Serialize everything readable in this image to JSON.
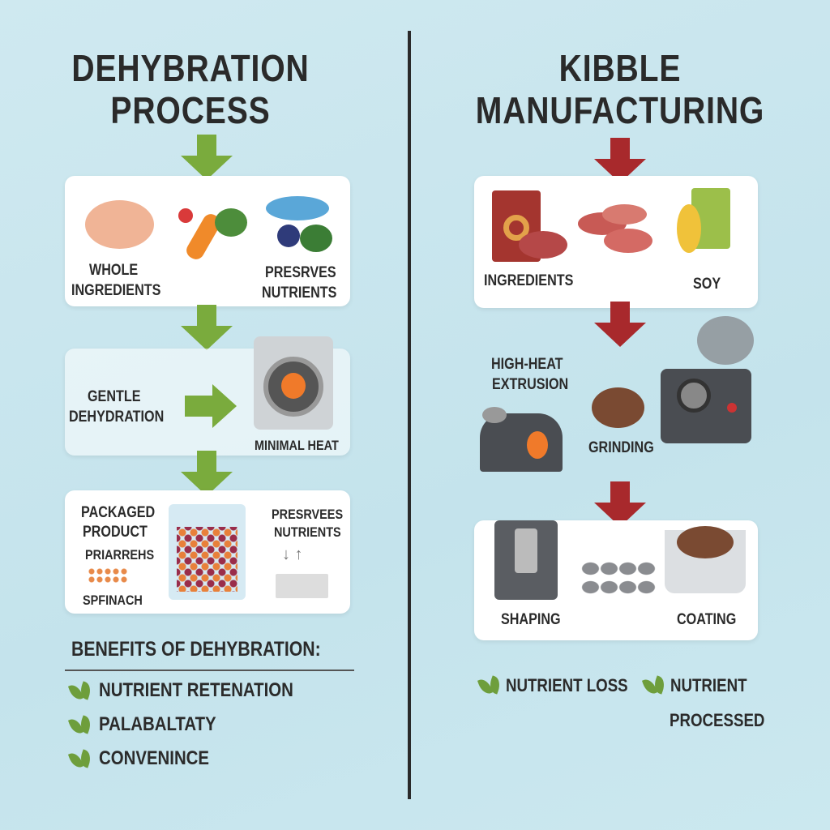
{
  "left": {
    "title_line1": "DEHYBRATION",
    "title_line2": "PROCESS",
    "card1": {
      "label1a": "WHOLE",
      "label1b": "INGREDIENTS",
      "label2a": "PRESRVES",
      "label2b": "NUTRIENTS"
    },
    "card2": {
      "label1a": "GENTLE",
      "label1b": "DEHYDRATION",
      "label2": "MINIMAL HEAT"
    },
    "card3": {
      "label1a": "PACKAGED",
      "label1b": "PRODUCT",
      "label2": "PRIARREHS",
      "label3": "SPFINACH",
      "label4a": "PRESRVEES",
      "label4b": "NUTRIENTS"
    },
    "benefits_heading": "BENEFITS OF DEHYBRATION:",
    "benefits": [
      "NUTRIENT RETENATION",
      "PALABALTATY",
      "CONVENINCE"
    ],
    "accent": "#7aab3d"
  },
  "right": {
    "title_line1": "KIBBLE",
    "title_line2": "MANUFACTURING",
    "card1": {
      "label1": "INGREDIENTS",
      "label2": "SOY"
    },
    "extrusion_a": "HIGH-HEAT",
    "extrusion_b": "EXTRUSION",
    "grinding": "GRINDING",
    "card2": {
      "label1": "SHAPING",
      "label2": "COATING"
    },
    "notes": [
      "NUTRIENT LOSS",
      "NUTRIENT",
      "PROCESSED"
    ],
    "accent": "#a8292c"
  }
}
